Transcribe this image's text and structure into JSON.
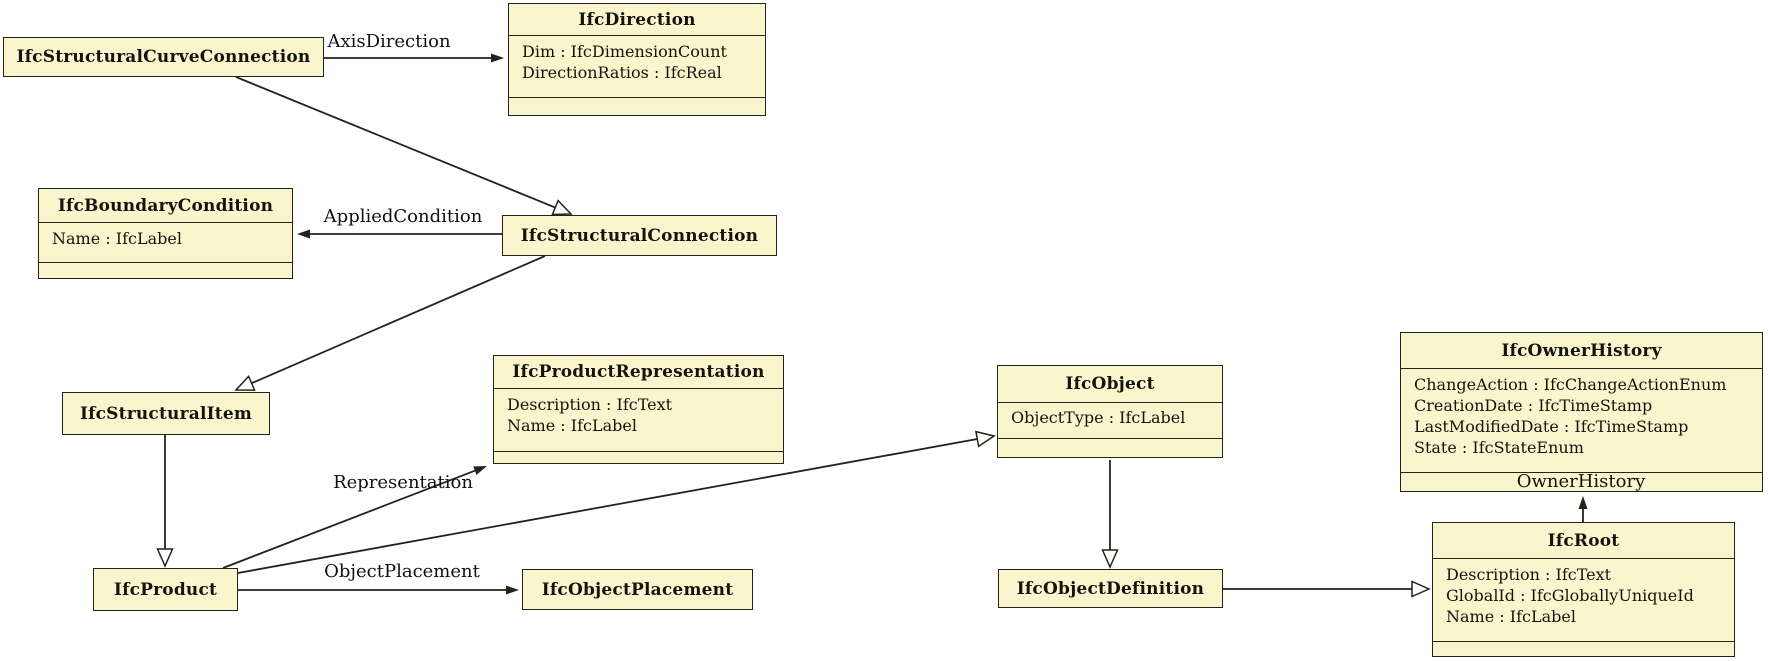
{
  "diagram": {
    "kind": "uml-class-diagram",
    "colors": {
      "box_fill": "#FBF5CE",
      "box_border": "#23231a",
      "text": "#14140f",
      "background": "#ffffff"
    },
    "classes": {
      "IfcStructuralCurveConnection": {
        "name": "IfcStructuralCurveConnection",
        "attributes": []
      },
      "IfcDirection": {
        "name": "IfcDirection",
        "attributes": [
          "Dim : IfcDimensionCount",
          "DirectionRatios : IfcReal"
        ]
      },
      "IfcBoundaryCondition": {
        "name": "IfcBoundaryCondition",
        "attributes": [
          "Name : IfcLabel"
        ]
      },
      "IfcStructuralConnection": {
        "name": "IfcStructuralConnection",
        "attributes": []
      },
      "IfcStructuralItem": {
        "name": "IfcStructuralItem",
        "attributes": []
      },
      "IfcProductRepresentation": {
        "name": "IfcProductRepresentation",
        "attributes": [
          "Description : IfcText",
          "Name : IfcLabel"
        ]
      },
      "IfcObject": {
        "name": "IfcObject",
        "attributes": [
          "ObjectType : IfcLabel"
        ]
      },
      "IfcOwnerHistory": {
        "name": "IfcOwnerHistory",
        "attributes": [
          "ChangeAction : IfcChangeActionEnum",
          "CreationDate : IfcTimeStamp",
          "LastModifiedDate : IfcTimeStamp",
          "State : IfcStateEnum"
        ]
      },
      "IfcProduct": {
        "name": "IfcProduct",
        "attributes": []
      },
      "IfcObjectPlacement": {
        "name": "IfcObjectPlacement",
        "attributes": []
      },
      "IfcObjectDefinition": {
        "name": "IfcObjectDefinition",
        "attributes": []
      },
      "IfcRoot": {
        "name": "IfcRoot",
        "attributes": [
          "Description : IfcText",
          "GlobalId : IfcGloballyUniqueId",
          "Name : IfcLabel"
        ]
      }
    },
    "associations": [
      {
        "label": "AxisDirection",
        "from": "IfcStructuralCurveConnection",
        "to": "IfcDirection"
      },
      {
        "label": "AppliedCondition",
        "from": "IfcStructuralConnection",
        "to": "IfcBoundaryCondition"
      },
      {
        "label": "Representation",
        "from": "IfcProduct",
        "to": "IfcProductRepresentation"
      },
      {
        "label": "ObjectPlacement",
        "from": "IfcProduct",
        "to": "IfcObjectPlacement"
      },
      {
        "label": "OwnerHistory",
        "from": "IfcRoot",
        "to": "IfcOwnerHistory"
      }
    ],
    "generalizations": [
      {
        "from": "IfcStructuralCurveConnection",
        "to": "IfcStructuralConnection"
      },
      {
        "from": "IfcStructuralConnection",
        "to": "IfcStructuralItem"
      },
      {
        "from": "IfcStructuralItem",
        "to": "IfcProduct"
      },
      {
        "from": "IfcProduct",
        "to": "IfcObject"
      },
      {
        "from": "IfcObject",
        "to": "IfcObjectDefinition"
      },
      {
        "from": "IfcObjectDefinition",
        "to": "IfcRoot"
      }
    ]
  }
}
